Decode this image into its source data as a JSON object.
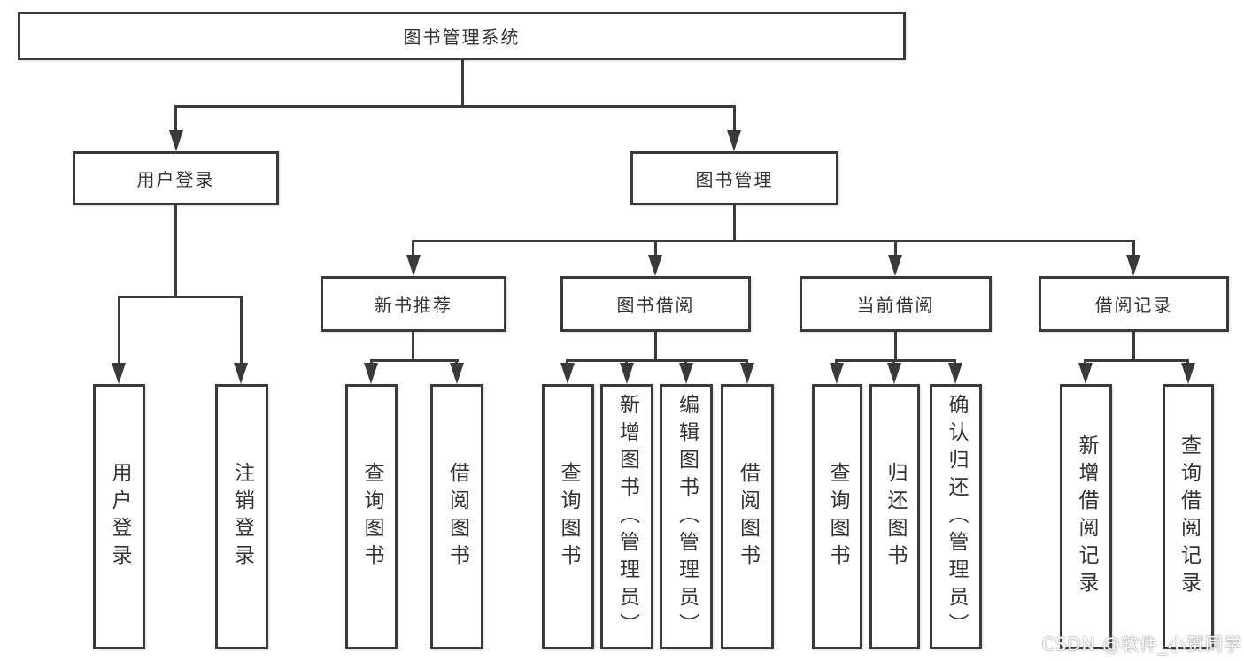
{
  "nodes": {
    "root": "图书管理系统",
    "user_login": "用户登录",
    "book_management": "图书管理",
    "new_book_recommend": "新书推荐",
    "book_borrow": "图书借阅",
    "current_borrow": "当前借阅",
    "borrow_records": "借阅记录",
    "leaf_user_login": "用户登录",
    "leaf_logout_login": "注销登录",
    "leaf_query_books_a": "查询图书",
    "leaf_borrow_books_a": "借阅图书",
    "leaf_query_books_b": "查询图书",
    "leaf_add_book_admin": "新增图书（管理员）",
    "leaf_edit_book_admin": "编辑图书（管理员）",
    "leaf_borrow_books_b": "借阅图书",
    "leaf_query_books_c": "查询图书",
    "leaf_return_book": "归还图书",
    "leaf_confirm_return_admin": "确认归还（管理员）",
    "leaf_add_borrow_record": "新增借阅记录",
    "leaf_query_borrow_record": "查询借阅记录"
  },
  "watermark": "CSDN @软件_小贺同学",
  "colors": {
    "line": "#3a3a3a",
    "text": "#333333",
    "background": "#ffffff",
    "watermark_text": "#ffffff",
    "watermark_halo": "#8a8a8a"
  }
}
